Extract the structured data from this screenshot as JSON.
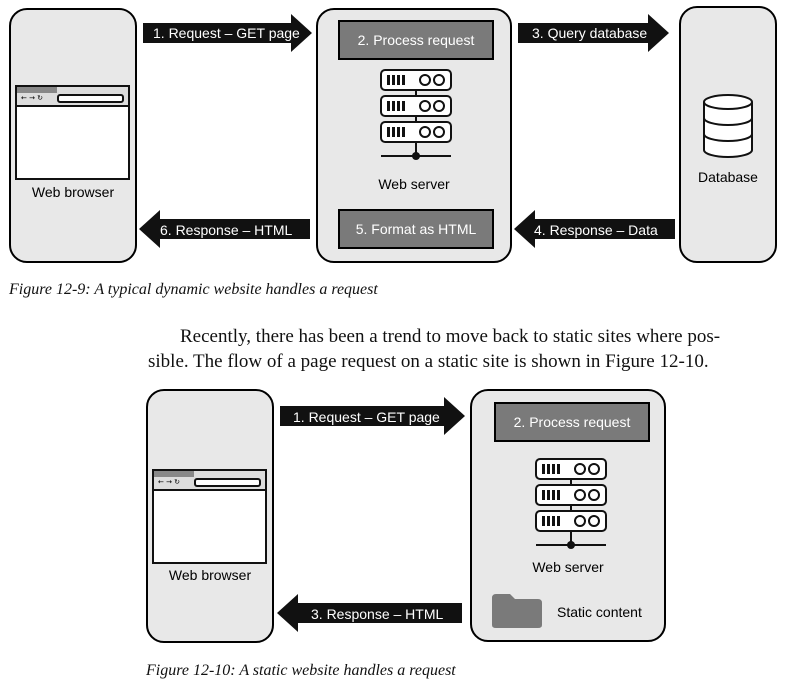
{
  "figure1": {
    "browser_label": "Web browser",
    "server_label": "Web server",
    "database_label": "Database",
    "process_label": "2. Process request",
    "format_label": "5. Format as HTML",
    "arrow_request": "1. Request – GET page",
    "arrow_query": "3. Query database",
    "arrow_response_data": "4. Response – Data",
    "arrow_response_html": "6. Response – HTML",
    "caption": "Figure 12-9: A typical dynamic website handles a request"
  },
  "paragraph": {
    "line1": "Recently, there has been a trend to move back to static sites where pos-",
    "line2": "sible. The flow of a page request on a static site is shown in Figure 12-10."
  },
  "figure2": {
    "browser_label": "Web browser",
    "server_label": "Web server",
    "process_label": "2. Process request",
    "static_label": "Static content",
    "arrow_request": "1. Request – GET page",
    "arrow_response_html": "3. Response – HTML",
    "caption": "Figure 12-10: A static website handles a request"
  },
  "icons": {
    "browser": "browser-window-icon",
    "server": "server-rack-icon",
    "database": "database-cylinder-icon",
    "folder": "folder-icon"
  }
}
